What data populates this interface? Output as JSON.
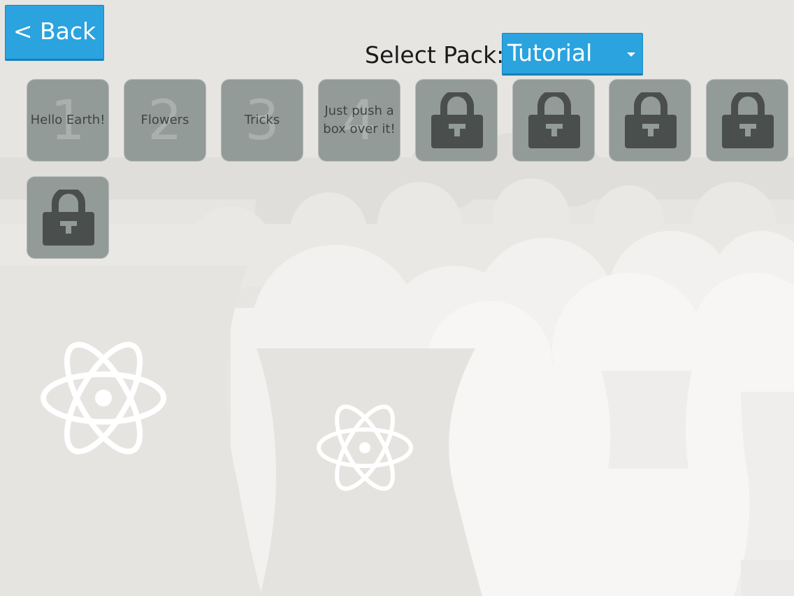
{
  "header": {
    "back_label": "< Back",
    "pack_label": "Select Pack:",
    "pack_selected": "Tutorial"
  },
  "levels": [
    {
      "number": "1",
      "name": "Hello Earth!",
      "locked": false
    },
    {
      "number": "2",
      "name": "Flowers",
      "locked": false
    },
    {
      "number": "3",
      "name": "Tricks",
      "locked": false
    },
    {
      "number": "4",
      "name": "Just push a box over it!",
      "locked": false
    },
    {
      "locked": true
    },
    {
      "locked": true
    },
    {
      "locked": true
    },
    {
      "locked": true
    },
    {
      "locked": true
    }
  ],
  "icons": {
    "lock": "lock-icon",
    "atom": "atom-icon",
    "dropdown": "chevron-down-icon"
  },
  "colors": {
    "accent": "#2aa3df",
    "tile": "#939b98",
    "lock": "#4a4f4d",
    "background": "#e7e5e2"
  }
}
